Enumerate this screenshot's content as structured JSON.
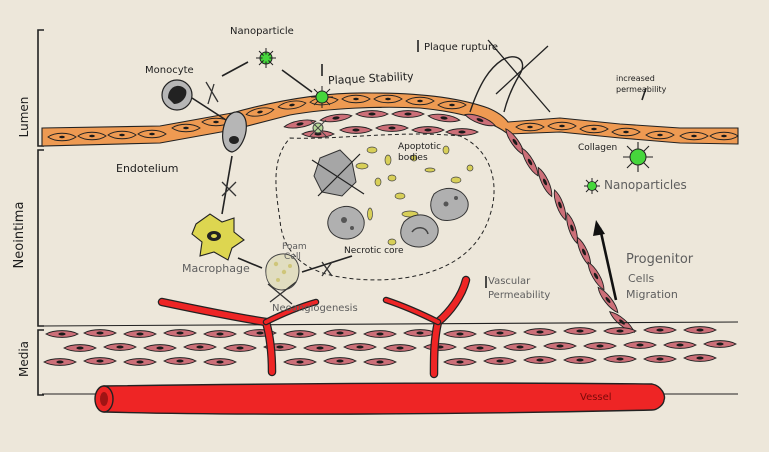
{
  "regions": {
    "lumen": "Lumen",
    "neointima": "Neointima",
    "media": "Media"
  },
  "labels": {
    "nanoparticle": "Nanoparticle",
    "monocyte": "Monocyte",
    "plaque_stability": "Plaque Stability",
    "plaque_rupture": "Plaque rupture",
    "increased_permeability_line1": "increased",
    "increased_permeability_line2": "permeability",
    "endotelium": "Endotelium",
    "apoptotic_line1": "Apoptotic",
    "apoptotic_line2": "bodies",
    "collagen": "Collagen",
    "nanoparticles": "Nanoparticles",
    "macrophage": "Macrophage",
    "foam_line1": "Foam",
    "foam_line2": "Cell",
    "necrotic_core": "Necrotic core",
    "vascular_line1": "Vascular",
    "vascular_line2": "Permeability",
    "neoangiogenesis": "Neoangiogenesis",
    "progenitor_line1": "Progenitor",
    "progenitor_line2": "Cells",
    "progenitor_line3": "Migration",
    "vessel": "Vessel"
  },
  "colors": {
    "paper": "#ede7da",
    "endothelium": "#ee9a52",
    "smooth_muscle": "#cc6f78",
    "vessel": "#ee2525",
    "nanoparticle": "#46d63c",
    "macrophage": "#ddd650",
    "apoptotic": "#d8cf58",
    "cell_gray": "#a6a6a6"
  }
}
